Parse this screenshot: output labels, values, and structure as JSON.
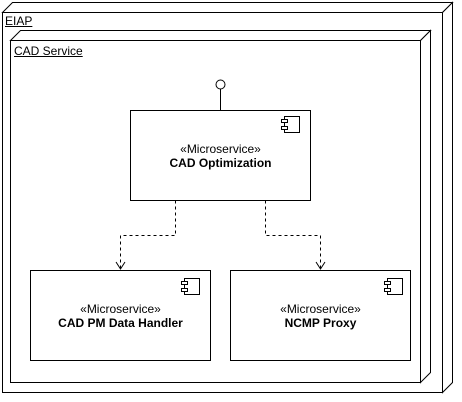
{
  "outer_node": {
    "label": "EIAP"
  },
  "inner_node": {
    "label": "CAD Service"
  },
  "components": [
    {
      "stereotype": "«Microservice»",
      "name": "CAD Optimization"
    },
    {
      "stereotype": "«Microservice»",
      "name": "CAD PM Data Handler"
    },
    {
      "stereotype": "«Microservice»",
      "name": "NCMP Proxy"
    }
  ],
  "icons": [
    "component-icon",
    "provided-interface-icon"
  ],
  "colors": {
    "stroke": "#000000",
    "fill": "#ffffff"
  }
}
